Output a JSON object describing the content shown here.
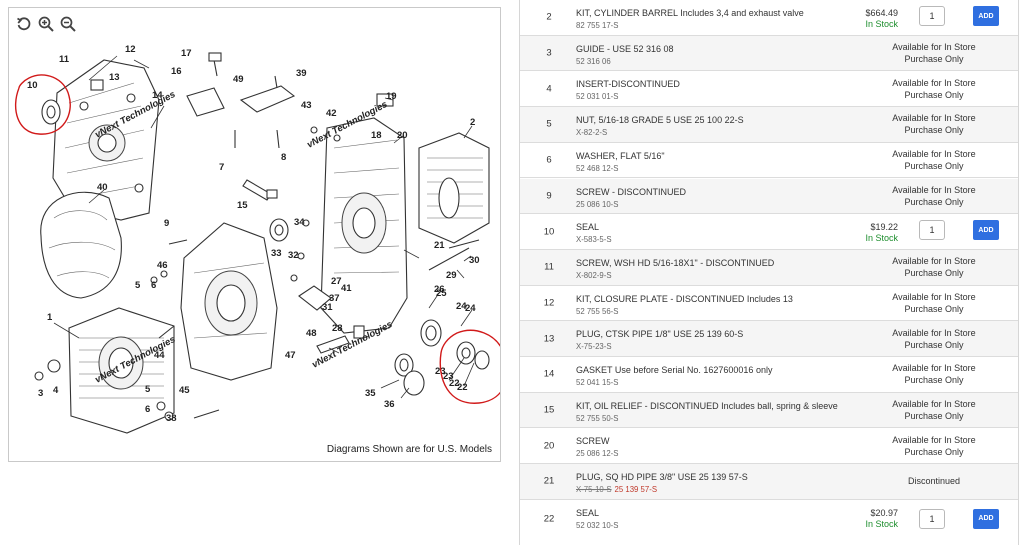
{
  "diagram": {
    "caption": "Diagrams Shown are for U.S. Models",
    "watermark": "vNext Technologies",
    "callouts": [
      "1",
      "2",
      "3",
      "4",
      "5",
      "6",
      "7",
      "8",
      "9",
      "10",
      "11",
      "12",
      "13",
      "14",
      "15",
      "16",
      "17",
      "18",
      "19",
      "20",
      "21",
      "22",
      "23",
      "24",
      "25",
      "26",
      "27",
      "28",
      "29",
      "30",
      "31",
      "32",
      "33",
      "34",
      "35",
      "36",
      "37",
      "38",
      "39",
      "40",
      "41",
      "42",
      "43",
      "44",
      "45",
      "46",
      "47",
      "48",
      "49",
      "5",
      "6",
      "23",
      "24",
      "22"
    ],
    "tools": {
      "rotate": "rotate-icon",
      "zoom_in": "zoom-in-icon",
      "zoom_out": "zoom-out-icon"
    }
  },
  "parts": {
    "add_label": "ADD",
    "rows": [
      {
        "ref": "2",
        "desc": "KIT, CYLINDER BARREL Includes 3,4 and exhaust valve",
        "pn": "82 755 17-S",
        "price": "$664.49",
        "stock": "In Stock",
        "qty": "1",
        "type": "buy"
      },
      {
        "ref": "3",
        "desc": "GUIDE - USE 52 316 08",
        "pn": "52 316 06",
        "avail1": "Available for In Store",
        "avail2": "Purchase Only",
        "type": "store"
      },
      {
        "ref": "4",
        "desc": "INSERT-DISCONTINUED",
        "pn": "52 031 01-S",
        "avail1": "Available for In Store",
        "avail2": "Purchase Only",
        "type": "store"
      },
      {
        "ref": "5",
        "desc": "NUT, 5/16-18 GRADE 5 USE 25 100 22-S",
        "pn": "X-82-2-S",
        "avail1": "Available for In Store",
        "avail2": "Purchase Only",
        "type": "store"
      },
      {
        "ref": "6",
        "desc": "WASHER, FLAT 5/16\"",
        "pn": "52 468 12-S",
        "avail1": "Available for In Store",
        "avail2": "Purchase Only",
        "type": "store"
      },
      {
        "ref": "9",
        "desc": "SCREW - DISCONTINUED",
        "pn": "25 086 10-S",
        "avail1": "Available for In Store",
        "avail2": "Purchase Only",
        "type": "store"
      },
      {
        "ref": "10",
        "desc": "SEAL",
        "pn": "X-583-5-S",
        "price": "$19.22",
        "stock": "In Stock",
        "qty": "1",
        "type": "buy"
      },
      {
        "ref": "11",
        "desc": "SCREW, WSH HD 5/16-18X1\" - DISCONTINUED",
        "pn": "X-802-9-S",
        "avail1": "Available for In Store",
        "avail2": "Purchase Only",
        "type": "store"
      },
      {
        "ref": "12",
        "desc": "KIT, CLOSURE PLATE - DISCONTINUED Includes 13",
        "pn": "52 755 56-S",
        "avail1": "Available for In Store",
        "avail2": "Purchase Only",
        "type": "store"
      },
      {
        "ref": "13",
        "desc": "PLUG, CTSK PIPE 1/8\" USE 25 139 60-S",
        "pn": "X-75-23-S",
        "avail1": "Available for In Store",
        "avail2": "Purchase Only",
        "type": "store"
      },
      {
        "ref": "14",
        "desc": "GASKET Use before Serial No. 1627600016 only",
        "pn": "52 041 15-S",
        "avail1": "Available for In Store",
        "avail2": "Purchase Only",
        "type": "store"
      },
      {
        "ref": "15",
        "desc": "KIT, OIL RELIEF - DISCONTINUED Includes ball, spring & sleeve",
        "pn": "52 755 50-S",
        "avail1": "Available for In Store",
        "avail2": "Purchase Only",
        "type": "store"
      },
      {
        "ref": "20",
        "desc": "SCREW",
        "pn": "25 086 12-S",
        "avail1": "Available for In Store",
        "avail2": "Purchase Only",
        "type": "store"
      },
      {
        "ref": "21",
        "desc": "PLUG, SQ HD PIPE 3/8\" USE 25 139 57-S",
        "pn_old": "X-75-10-S",
        "pn_new": "25 139 57-S",
        "avail1": "Discontinued",
        "type": "discontinued"
      },
      {
        "ref": "22",
        "desc": "SEAL",
        "pn": "52 032 10-S",
        "price": "$20.97",
        "stock": "In Stock",
        "qty": "1",
        "type": "buy"
      }
    ]
  },
  "colors": {
    "accent": "#2f6fe0",
    "in_stock": "#1e8e2e",
    "highlight_circle": "#d11a1a",
    "replacement_pn": "#c0392b"
  }
}
